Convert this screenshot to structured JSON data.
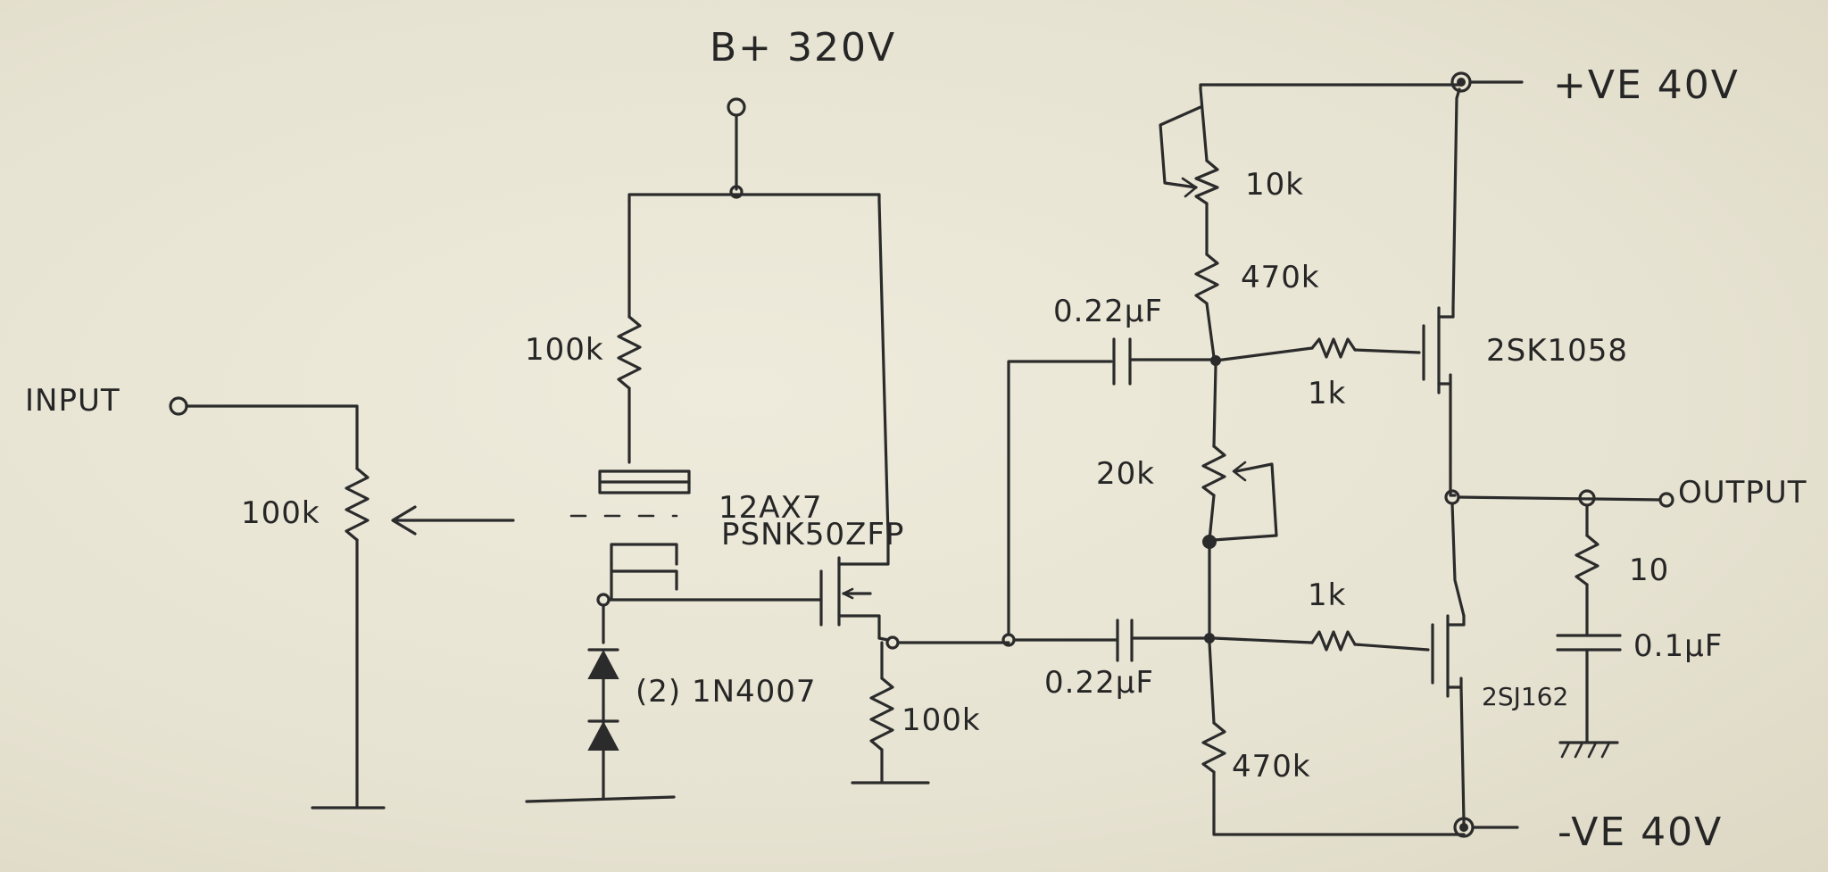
{
  "labels": {
    "bplus": "B+ 320V",
    "input": "INPUT",
    "output": "OUTPUT",
    "pve": "+VE  40V",
    "nve": "-VE  40V",
    "r_input_pot": "100k",
    "r_plate": "100k",
    "tube": "12AX7",
    "mosfet_follower": "PSNK50ZFP",
    "diodes": "(2) 1N4007",
    "r_source": "100k",
    "cap_top": "0.22µF",
    "cap_bottom": "0.22µF",
    "r_trim_top": "10k",
    "r_top_bias": "470k",
    "r_gate_top": "1k",
    "r_bias_pot": "20k",
    "r_gate_bottom": "1k",
    "r_bottom_bias": "470k",
    "q_nchannel": "2SK1058",
    "q_pchannel": "2SJ162",
    "r_zobel": "10",
    "cap_zobel": "0.1µF"
  }
}
